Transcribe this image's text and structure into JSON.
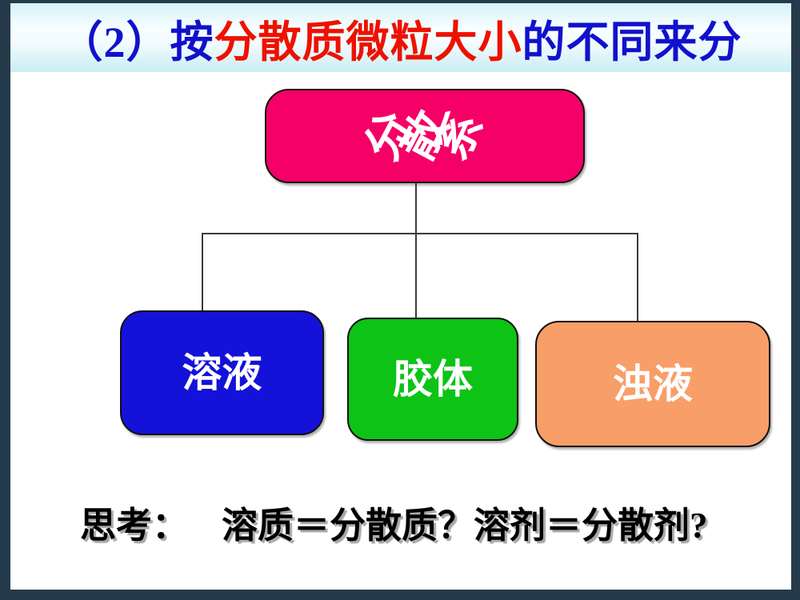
{
  "slide": {
    "title": {
      "prefix": "（2）按",
      "highlight": "分散质微粒大小",
      "suffix": "的不同来分"
    },
    "diagram": {
      "root": {
        "label": "分散系",
        "chars": [
          "分",
          "散",
          "系"
        ]
      },
      "children": [
        {
          "id": "solution",
          "label": "溶液"
        },
        {
          "id": "colloid",
          "label": "胶体"
        },
        {
          "id": "turbid",
          "label": "浊液"
        }
      ]
    },
    "footer": {
      "label": "思考：",
      "question": "溶质＝分散质？溶剂＝分散剂?"
    }
  },
  "colors": {
    "frame_border": "#253B4B",
    "title_bar_top": "#D6F2F8",
    "title_bar_bottom": "#C9EDF4",
    "title_blue": "#1111CC",
    "title_red": "#EE1100",
    "root_box": "#F50066",
    "solution_box": "#1412D8",
    "colloid_box": "#0CC316",
    "turbid_box": "#F89E68",
    "box_text": "#FFFFFF",
    "connector": "#3C3C3C",
    "footer_text": "#000000"
  }
}
